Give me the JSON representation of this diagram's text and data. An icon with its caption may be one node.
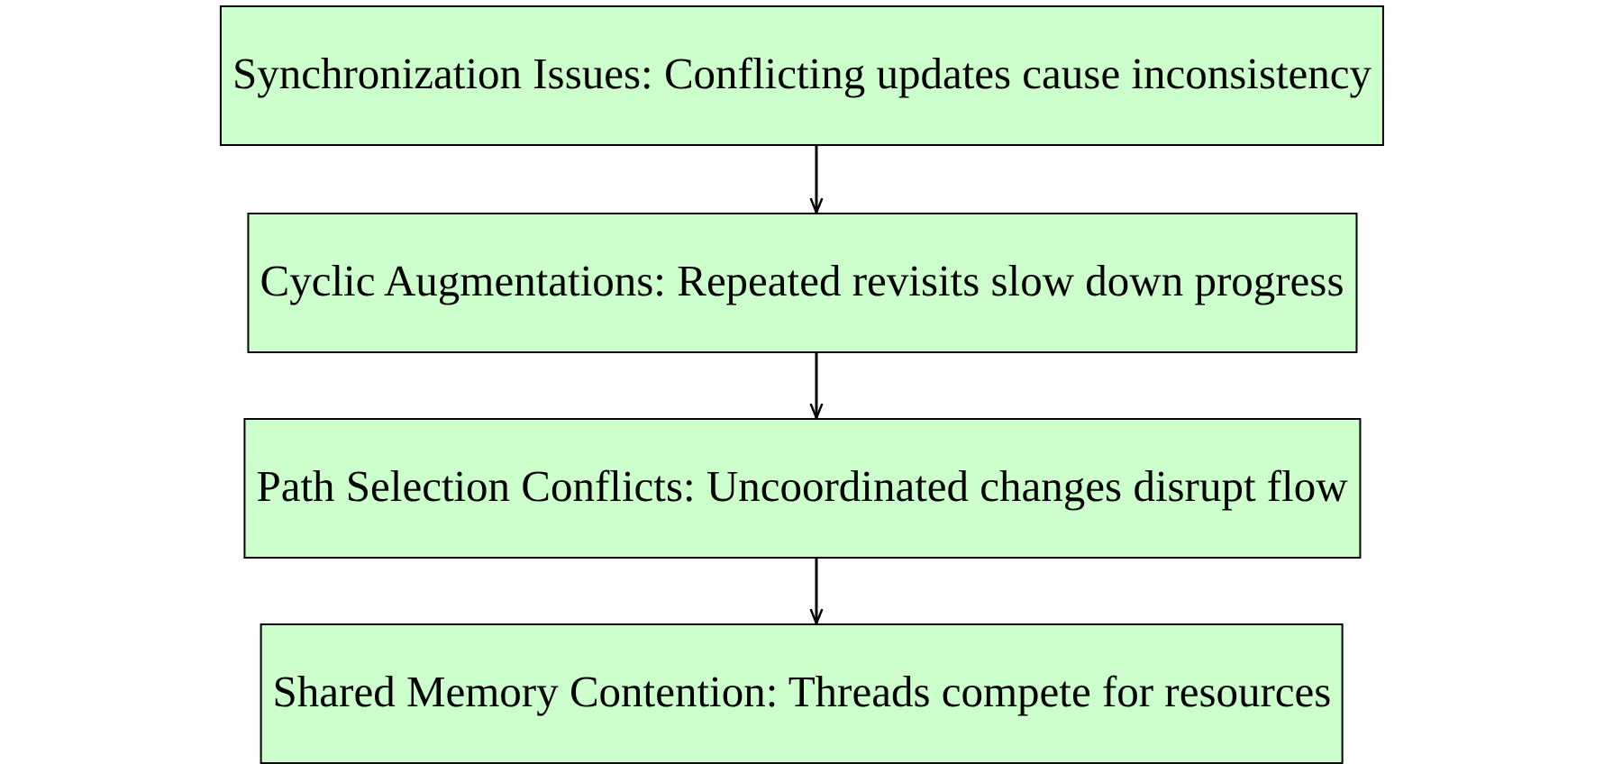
{
  "diagram": {
    "nodes": [
      {
        "text": [
          "Synchronization Issues: Conflicting updates cause inconsistency"
        ]
      },
      {
        "text": [
          "Cyclic Augmentations: Repeated revisits slow down progress"
        ]
      },
      {
        "text": [
          "Path Selection Conflicts: Uncoordinated changes disrupt flow"
        ]
      },
      {
        "text": [
          "Shared Memory Contention: Threads compete for resources"
        ]
      }
    ],
    "edges": [
      {
        "from": 0,
        "to": 1,
        "arrow": "to"
      },
      {
        "from": 1,
        "to": 2,
        "arrow": "to"
      },
      {
        "from": 2,
        "to": 3,
        "arrow": "to"
      }
    ]
  }
}
